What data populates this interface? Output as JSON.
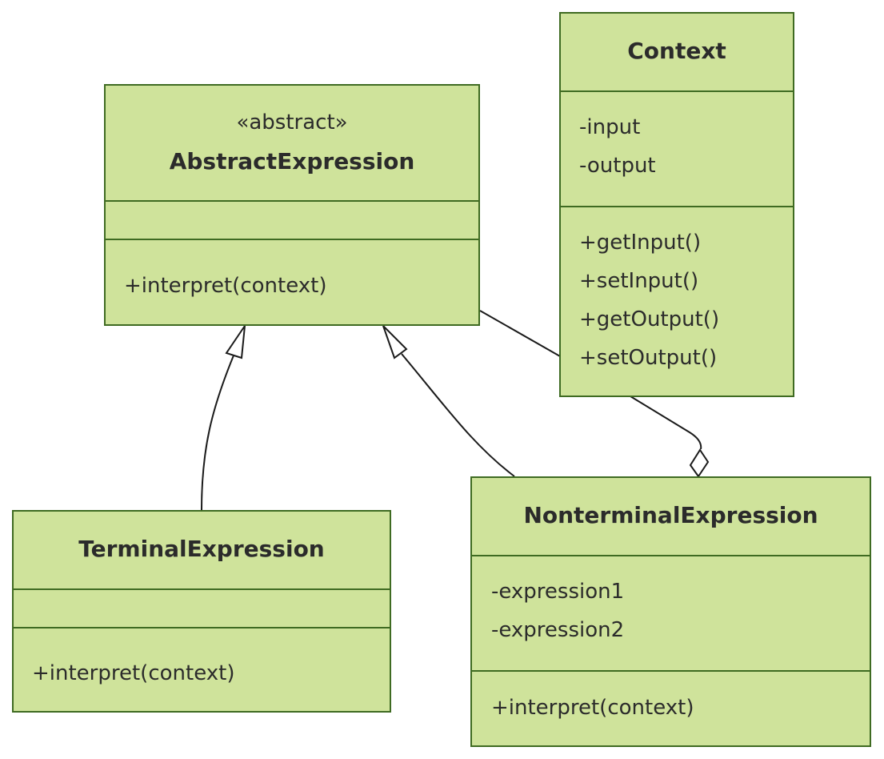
{
  "diagram": {
    "type": "uml-class-diagram",
    "colors": {
      "class_fill": "#cfe39b",
      "class_border": "#3f6b22",
      "edge_stroke": "#1a1a1a",
      "text": "#2b2b2b"
    },
    "classes": {
      "abstract_expression": {
        "stereotype": "«abstract»",
        "name": "AbstractExpression",
        "attributes": [],
        "methods": [
          "+interpret(context)"
        ]
      },
      "context": {
        "name": "Context",
        "attributes": [
          "-input",
          "-output"
        ],
        "methods": [
          "+getInput()",
          "+setInput()",
          "+getOutput()",
          "+setOutput()"
        ]
      },
      "terminal_expression": {
        "name": "TerminalExpression",
        "attributes": [],
        "methods": [
          "+interpret(context)"
        ]
      },
      "nonterminal_expression": {
        "name": "NonterminalExpression",
        "attributes": [
          "-expression1",
          "-expression2"
        ],
        "methods": [
          "+interpret(context)"
        ]
      }
    },
    "relationships": [
      {
        "type": "inheritance",
        "from": "TerminalExpression",
        "to": "AbstractExpression"
      },
      {
        "type": "inheritance",
        "from": "NonterminalExpression",
        "to": "AbstractExpression"
      },
      {
        "type": "aggregation",
        "whole": "NonterminalExpression",
        "part": "AbstractExpression"
      }
    ]
  }
}
